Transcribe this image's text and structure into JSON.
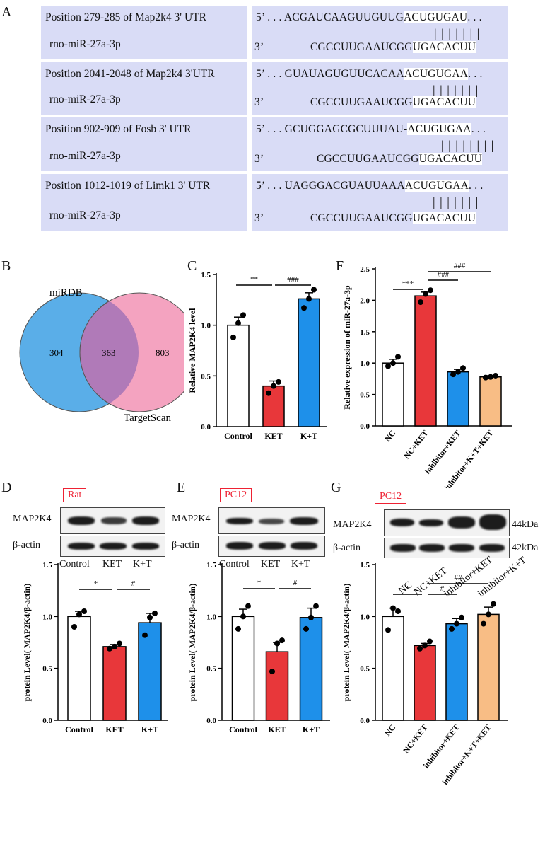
{
  "panel_letters": {
    "A": "A",
    "B": "B",
    "C": "C",
    "D": "D",
    "E": "E",
    "F": "F",
    "G": "G"
  },
  "alignments": [
    {
      "position": "Position 279-285 of Map2k4 3' UTR",
      "mirna": "rno-miR-27a-3p",
      "utr_prefix": "5’ . . . ACGAUCAAGUUGUUG",
      "utr_seed": "ACUGUGAU",
      "utr_suffix": ". . .",
      "mir_prefix": "CGCCUUGAAUCGG",
      "mir_seed": "UGACACUU",
      "mir_5p": "3’",
      "pairs": "| | | | | | |"
    },
    {
      "position": "Position 2041-2048 of Map2k4 3'UTR",
      "mirna": "rno-miR-27a-3p",
      "utr_prefix": "5’ . . . GUAUAGUGUUCACAA",
      "utr_seed": "ACUGUGAA",
      "utr_suffix": ". . .",
      "mir_prefix": "CGCCUUGAAUCGG",
      "mir_seed": "UGACACUU",
      "mir_5p": "3’",
      "pairs": "| | | | | | | |"
    },
    {
      "position": "Position 902-909 of Fosb 3' UTR",
      "mirna": "rno-miR-27a-3p",
      "utr_prefix": "5’ . . . GCUGGAGCGCUUUAU-",
      "utr_seed": "ACUGUGAA",
      "utr_suffix": ". . .",
      "mir_prefix": "CGCCUUGAAUCGG",
      "mir_seed": "UGACACUU",
      "mir_5p": "3’",
      "pairs": "| | | | | | | |"
    },
    {
      "position": "Position 1012-1019 of Limk1 3' UTR",
      "mirna": "rno-miR-27a-3p",
      "utr_prefix": "5’ . . . UAGGGACGUAUUAAA",
      "utr_seed": "ACUGUGAA",
      "utr_suffix": ". . .",
      "mir_prefix": "CGCCUUGAAUCGG",
      "mir_seed": "UGACACUU",
      "mir_5p": "3’",
      "pairs": "| | | | | | | |"
    }
  ],
  "venn": {
    "left_label": "miRDB",
    "right_label": "TargetScan",
    "left_only": "304",
    "overlap": "363",
    "right_only": "803",
    "left_color": "#5aaee8",
    "right_color": "#f4a3c0",
    "overlap_color": "#b07ab8"
  },
  "colors": {
    "control": "#ffffff",
    "ket": "#e8373a",
    "kt": "#1e90ea",
    "kt_kit": "#f8bd85"
  },
  "blots": {
    "D": {
      "tag": "Rat",
      "rows": [
        "MAP2K4",
        "β-actin"
      ],
      "lanes": [
        "Control",
        "KET",
        "K+T"
      ]
    },
    "E": {
      "tag": "PC12",
      "rows": [
        "MAP2K4",
        "β-actin"
      ],
      "lanes": [
        "Control",
        "KET",
        "K+T"
      ]
    },
    "G": {
      "tag": "PC12",
      "rows": [
        "MAP2K4",
        "β-actin"
      ],
      "lanes": [
        "NC",
        "NC+KET",
        "inhibitor+KET",
        "inhibitor+K+T"
      ],
      "sizes": [
        "44kDa",
        "42kDa"
      ]
    }
  },
  "chart_data": [
    {
      "id": "C",
      "type": "bar",
      "ylabel": "Relative MAP2K4 level",
      "ylim": [
        0,
        1.5
      ],
      "yticks": [
        "0.0",
        "0.5",
        "1.0",
        "1.5"
      ],
      "categories": [
        "Control",
        "KET",
        "K+T"
      ],
      "values": [
        1.0,
        0.4,
        1.26
      ],
      "errors": [
        0.08,
        0.05,
        0.06
      ],
      "points": [
        [
          0.88,
          1.02,
          1.1
        ],
        [
          0.33,
          0.4,
          0.44
        ],
        [
          1.17,
          1.26,
          1.35
        ]
      ],
      "colors": [
        "#ffffff",
        "#e8373a",
        "#1e90ea"
      ],
      "sig": [
        {
          "from": 0,
          "to": 1,
          "label": "**"
        },
        {
          "from": 1,
          "to": 2,
          "label": "###"
        }
      ]
    },
    {
      "id": "F",
      "type": "bar",
      "ylabel": "Relative expression of miR-27a-3p",
      "ylim": [
        0,
        2.5
      ],
      "yticks": [
        "0.0",
        "0.5",
        "1.0",
        "1.5",
        "2.0",
        "2.5"
      ],
      "categories": [
        "NC",
        "NC+KET",
        "inhibitor+KET",
        "inhibitor+K+T+KET"
      ],
      "values": [
        1.0,
        2.07,
        0.86,
        0.78
      ],
      "errors": [
        0.06,
        0.06,
        0.04,
        0.02
      ],
      "points": [
        [
          0.95,
          1.0,
          1.1
        ],
        [
          1.97,
          2.1,
          2.16
        ],
        [
          0.82,
          0.86,
          0.92
        ],
        [
          0.77,
          0.78,
          0.8
        ]
      ],
      "colors": [
        "#ffffff",
        "#e8373a",
        "#1e90ea",
        "#f8bd85"
      ],
      "sig": [
        {
          "from": 0,
          "to": 1,
          "label": "***"
        },
        {
          "from": 1,
          "to": 2,
          "label": "###"
        },
        {
          "from": 1,
          "to": 3,
          "label": "###"
        }
      ]
    },
    {
      "id": "D2",
      "type": "bar",
      "ylabel": "protein  Level( MAP2K4/β-actin)",
      "ylim": [
        0,
        1.5
      ],
      "yticks": [
        "0.0",
        "0.5",
        "1.0",
        "1.5"
      ],
      "categories": [
        "Control",
        "KET",
        "K+T"
      ],
      "values": [
        1.0,
        0.71,
        0.94
      ],
      "errors": [
        0.05,
        0.02,
        0.09
      ],
      "points": [
        [
          0.9,
          1.02,
          1.05
        ],
        [
          0.69,
          0.71,
          0.74
        ],
        [
          0.82,
          0.99,
          1.03
        ]
      ],
      "colors": [
        "#ffffff",
        "#e8373a",
        "#1e90ea"
      ],
      "sig": [
        {
          "from": 0,
          "to": 1,
          "label": "*"
        },
        {
          "from": 1,
          "to": 2,
          "label": "#"
        }
      ]
    },
    {
      "id": "E2",
      "type": "bar",
      "ylabel": "protein  Level( MAP2K4/β-actin)",
      "ylim": [
        0,
        1.5
      ],
      "yticks": [
        "0.0",
        "0.5",
        "1.0",
        "1.5"
      ],
      "categories": [
        "Control",
        "KET",
        "K+T"
      ],
      "values": [
        1.0,
        0.66,
        0.99
      ],
      "errors": [
        0.07,
        0.09,
        0.09
      ],
      "points": [
        [
          0.88,
          1.0,
          1.1
        ],
        [
          0.47,
          0.74,
          0.77
        ],
        [
          0.88,
          0.99,
          1.1
        ]
      ],
      "colors": [
        "#ffffff",
        "#e8373a",
        "#1e90ea"
      ],
      "sig": [
        {
          "from": 0,
          "to": 1,
          "label": "*"
        },
        {
          "from": 1,
          "to": 2,
          "label": "#"
        }
      ]
    },
    {
      "id": "G2",
      "type": "bar",
      "ylabel": "protein  Level( MAP2K4/β-actin)",
      "ylim": [
        0,
        1.5
      ],
      "yticks": [
        "0.0",
        "0.5",
        "1.0",
        "1.5"
      ],
      "categories": [
        "NC",
        "NC+KET",
        "inhibitor+KET",
        "inhibitor+K+T+KET"
      ],
      "values": [
        1.0,
        0.72,
        0.93,
        1.02
      ],
      "errors": [
        0.08,
        0.02,
        0.05,
        0.07
      ],
      "points": [
        [
          0.87,
          1.08,
          1.05
        ],
        [
          0.69,
          0.72,
          0.76
        ],
        [
          0.88,
          0.93,
          0.99
        ],
        [
          0.93,
          1.02,
          1.12
        ]
      ],
      "colors": [
        "#ffffff",
        "#e8373a",
        "#1e90ea",
        "#f8bd85"
      ],
      "sig": [
        {
          "from": 0,
          "to": 1,
          "label": "*"
        },
        {
          "from": 1,
          "to": 2,
          "label": "#"
        },
        {
          "from": 1,
          "to": 3,
          "label": "##"
        }
      ]
    }
  ]
}
